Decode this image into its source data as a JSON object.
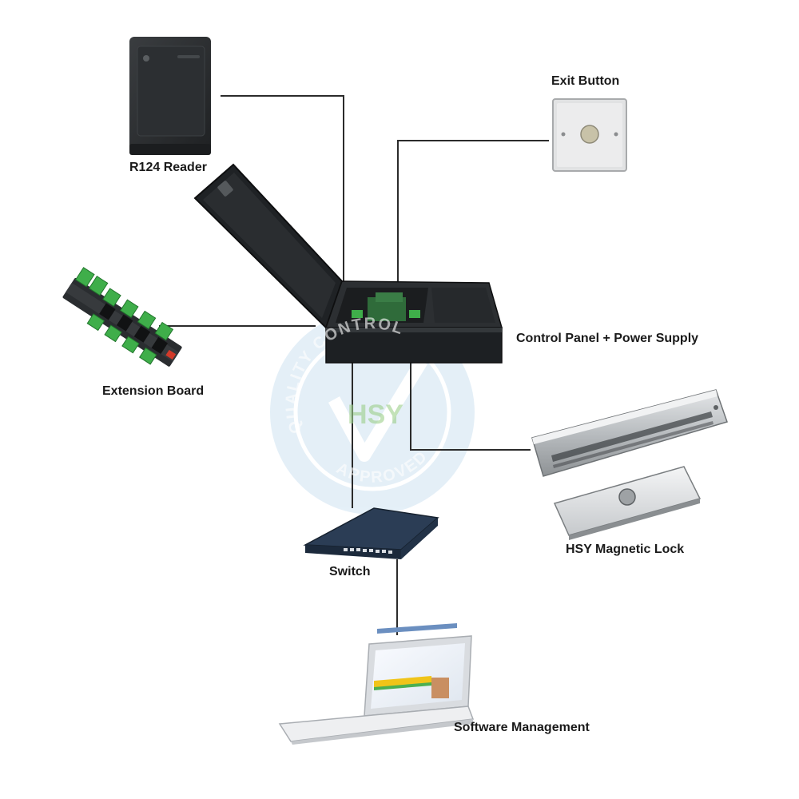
{
  "watermark": {
    "brand": "HSY",
    "arc_top": "QUALITY CONTROL",
    "arc_bottom": "APPROVED",
    "color": "#7fb6e0",
    "brand_color": "#9ccf8a"
  },
  "devices": {
    "reader": {
      "label": "R124 Reader",
      "icon": "card-reader-icon"
    },
    "exit_button": {
      "label": "Exit Button",
      "icon": "exit-button-icon"
    },
    "control_panel": {
      "label": "Control Panel + Power Supply",
      "icon": "control-box-icon"
    },
    "extension_board": {
      "label": "Extension Board",
      "icon": "relay-board-icon"
    },
    "magnetic_lock": {
      "label": "HSY Magnetic Lock",
      "icon": "magnetic-lock-icon"
    },
    "switch": {
      "label": "Switch",
      "icon": "network-switch-icon"
    },
    "software": {
      "label": "Software Management",
      "icon": "laptop-icon"
    }
  },
  "colors": {
    "wire": "#2b2b2b",
    "device_dark": "#2a2d30",
    "lock_metal": "#c9ccce",
    "board_green": "#3fae4a",
    "laptop_white": "#eeeff1"
  }
}
